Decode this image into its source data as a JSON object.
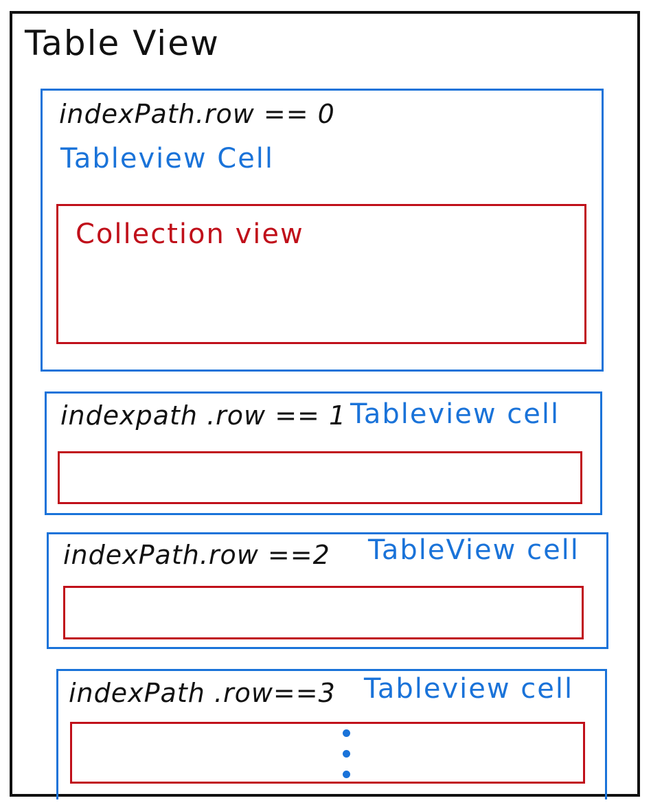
{
  "outer": {
    "title": "Table View"
  },
  "cells": [
    {
      "index_label": "indexPath.row == 0",
      "cell_label": "Tableview Cell",
      "inner_label": "Collection view"
    },
    {
      "index_label": "indexpath .row == 1",
      "cell_label": "Tableview cell"
    },
    {
      "index_label": "indexPath.row ==2",
      "cell_label": "TableView cell"
    },
    {
      "index_label": "indexPath .row==3",
      "cell_label": "Tableview cell"
    }
  ],
  "colors": {
    "outer": "#111111",
    "cell": "#1a73d9",
    "collection": "#c0101a"
  },
  "continuation": "vertical ellipsis"
}
